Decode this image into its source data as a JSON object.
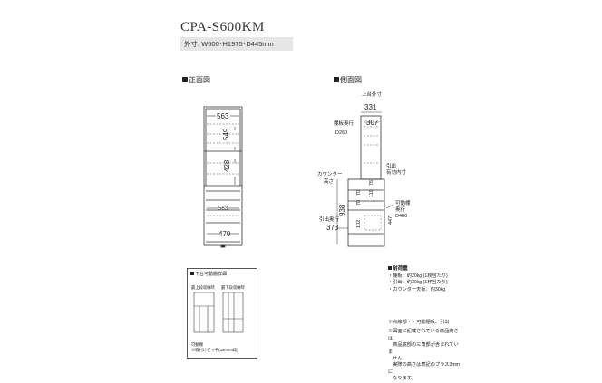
{
  "model": "CPA-S600KM",
  "outer_dims": "外寸: W600･H1975･D445mm",
  "front_view": {
    "heading": "正面図",
    "labels": {
      "top_width": "563",
      "shelf_height_1": "549",
      "shelf_height_2": "428",
      "drawer_width": "563",
      "bottom_width": "470"
    }
  },
  "side_view": {
    "heading": "側面図",
    "labels": {
      "top_outer": "上台外寸",
      "top_outer_value": "331",
      "shelf_depth_label": "棚板奥行",
      "shelf_depth_value": "307",
      "shelf_depth_d": "D260",
      "inner_depth": "引出\n有効内寸",
      "counter_height_label": "カウンター\n高さ",
      "counter_height_value": "938",
      "d1": "70",
      "d2": "70",
      "d3": "115",
      "d4": "76",
      "movable_shelf_label": "可動棚\n奥行",
      "movable_shelf_d": "D400",
      "d5": "447",
      "d6": "102",
      "drawer_depth_label": "引出奥行",
      "drawer_depth_value": "373"
    }
  },
  "inset": {
    "title": "下台可動棚詳細",
    "upper_label": "最上段収納時",
    "lower_label": "最下段収納時",
    "caption": "可動棚\n※取付けピッチ(30mm4段)"
  },
  "load_capacity": {
    "title": "耐荷重",
    "items": [
      "・棚板：約20kg (1枚当たり)",
      "・引出：約30kg (1杯当たり)",
      "・カウンター天板：約30kg"
    ]
  },
  "notes": [
    "※点線部・・可動棚板、引出",
    "※図面に記載されている商品高さは",
    "　商品底部の三角部が含まれていま",
    "　せん。",
    "　実際の高さは表記のプラス3mmに",
    "　なります。"
  ]
}
